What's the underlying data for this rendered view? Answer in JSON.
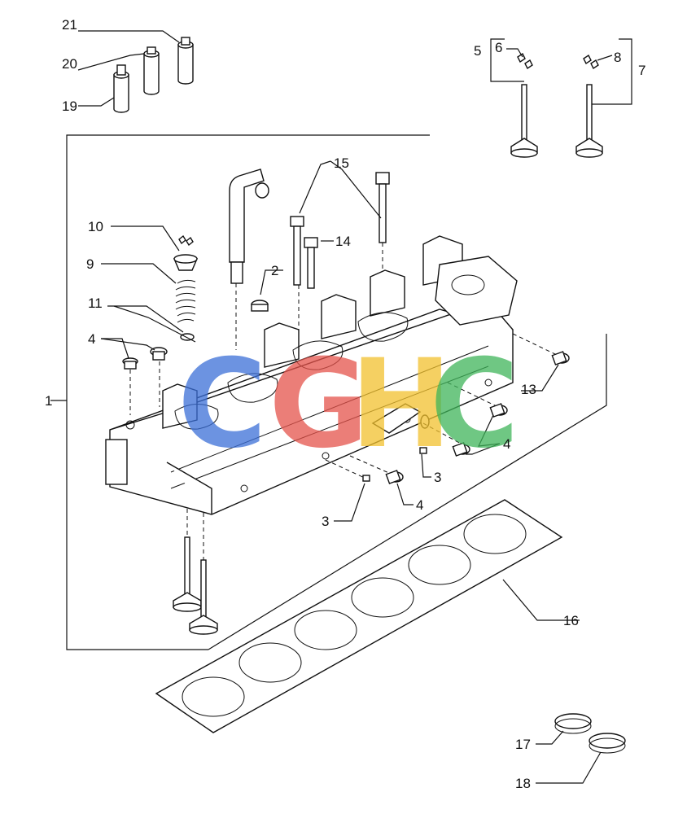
{
  "callouts": {
    "n1": "1",
    "n2": "2",
    "n3a": "3",
    "n3b": "3",
    "n4a": "4",
    "n4b": "4",
    "n4c": "4",
    "n5": "5",
    "n6": "6",
    "n7": "7",
    "n8": "8",
    "n9": "9",
    "n10": "10",
    "n11": "11",
    "n13": "13",
    "n14": "14",
    "n15": "15",
    "n16": "16",
    "n17": "17",
    "n18": "18",
    "n19": "19",
    "n20": "20",
    "n21": "21"
  },
  "watermark": {
    "letters": [
      "C",
      "G",
      "H",
      "C"
    ],
    "colors": [
      "#3b6fd8",
      "#e5534b",
      "#f2c12e",
      "#3fb55a"
    ]
  }
}
